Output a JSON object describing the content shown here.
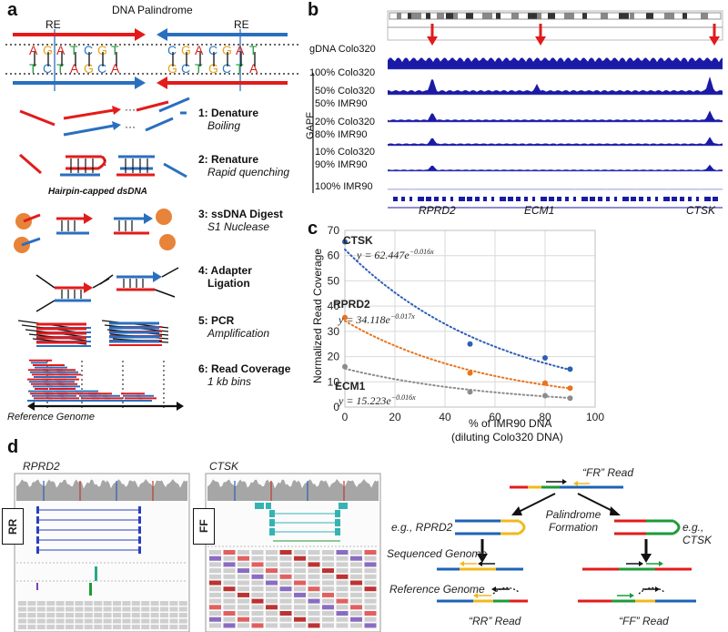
{
  "panels": {
    "a": "a",
    "b": "b",
    "c": "c",
    "d": "d"
  },
  "panel_a": {
    "title": "DNA Palindrome",
    "re_label_left": "RE",
    "re_label_right": "RE",
    "seq_top_left": [
      "A",
      "G",
      "A",
      "T",
      "C",
      "G",
      "T"
    ],
    "seq_bottom_left": [
      "T",
      "C",
      "T",
      "A",
      "G",
      "C",
      "A"
    ],
    "seq_top_right": [
      "C",
      "G",
      "A",
      "C",
      "G",
      "A",
      "T"
    ],
    "seq_bottom_right": [
      "G",
      "C",
      "T",
      "G",
      "C",
      "T",
      "A"
    ],
    "hairpin_label": "Hairpin-capped dsDNA",
    "reference_label": "Reference Genome",
    "steps": [
      {
        "title": "1: Denature",
        "sub": "Boiling"
      },
      {
        "title": "2: Renature",
        "sub": "Rapid quenching"
      },
      {
        "title": "3: ssDNA Digest",
        "sub": "S1 Nuclease"
      },
      {
        "title": "4: Adapter",
        "sub": "Ligation"
      },
      {
        "title": "5: PCR",
        "sub": "Amplification"
      },
      {
        "title": "6: Read Coverage",
        "sub": "1 kb bins"
      }
    ]
  },
  "panel_b": {
    "gapf_label": "GAPF",
    "tracks": [
      {
        "line1": "gDNA Colo320",
        "line2": ""
      },
      {
        "line1": "100% Colo320",
        "line2": ""
      },
      {
        "line1": "50% Colo320",
        "line2": "50% IMR90"
      },
      {
        "line1": "20% Colo320",
        "line2": "80% IMR90"
      },
      {
        "line1": "10% Colo320",
        "line2": "90% IMR90"
      },
      {
        "line1": "100% IMR90",
        "line2": ""
      }
    ],
    "genes": [
      "RPRD2",
      "ECM1",
      "CTSK"
    ],
    "colors": {
      "track": "#1a1aa6",
      "arrow": "#e11b1b"
    }
  },
  "panel_c": {
    "chart_data": {
      "type": "scatter",
      "xlabel": "% of IMR90 DNA",
      "xlabel2": "(diluting Colo320 DNA)",
      "ylabel": "Normalized Read Coverage",
      "xlim": [
        0,
        100
      ],
      "ylim": [
        0,
        70
      ],
      "xticks": [
        0,
        20,
        40,
        60,
        80,
        100
      ],
      "yticks": [
        0,
        10,
        20,
        30,
        40,
        50,
        60,
        70
      ],
      "grid": true,
      "series": [
        {
          "name": "CTSK",
          "equation": "y = 62.447e",
          "exponent": "−0.016x",
          "color": "#2e5fb5",
          "x": [
            0,
            50,
            80,
            90
          ],
          "y": [
            65.5,
            25.0,
            19.5,
            15.0
          ],
          "fit": {
            "a": 62.447,
            "b": -0.016
          }
        },
        {
          "name": "RPRD2",
          "equation": "y = 34.118e",
          "exponent": "−0.017x",
          "color": "#e8741e",
          "x": [
            0,
            50,
            80,
            90
          ],
          "y": [
            35.5,
            13.5,
            9.5,
            7.5
          ],
          "fit": {
            "a": 34.118,
            "b": -0.017
          }
        },
        {
          "name": "ECM1",
          "equation": "y = 15.223e",
          "exponent": "−0.016x",
          "color": "#8c8c8c",
          "x": [
            0,
            50,
            80,
            90
          ],
          "y": [
            16.0,
            6.0,
            4.5,
            3.5
          ],
          "fit": {
            "a": 15.223,
            "b": -0.016
          }
        }
      ]
    }
  },
  "panel_d": {
    "gene_left": "RPRD2",
    "gene_right": "CTSK",
    "box_left": "RR",
    "box_right": "FF",
    "fr_read": "“FR” Read",
    "palindrome_formation": "Palindrome Formation",
    "eg_left": "e.g., RPRD2",
    "eg_right": "e.g., CTSK",
    "sequenced_genome": "Sequenced Genome",
    "reference_genome": "Reference Genome",
    "rr_read": "“RR” Read",
    "ff_read": "“FF” Read"
  }
}
